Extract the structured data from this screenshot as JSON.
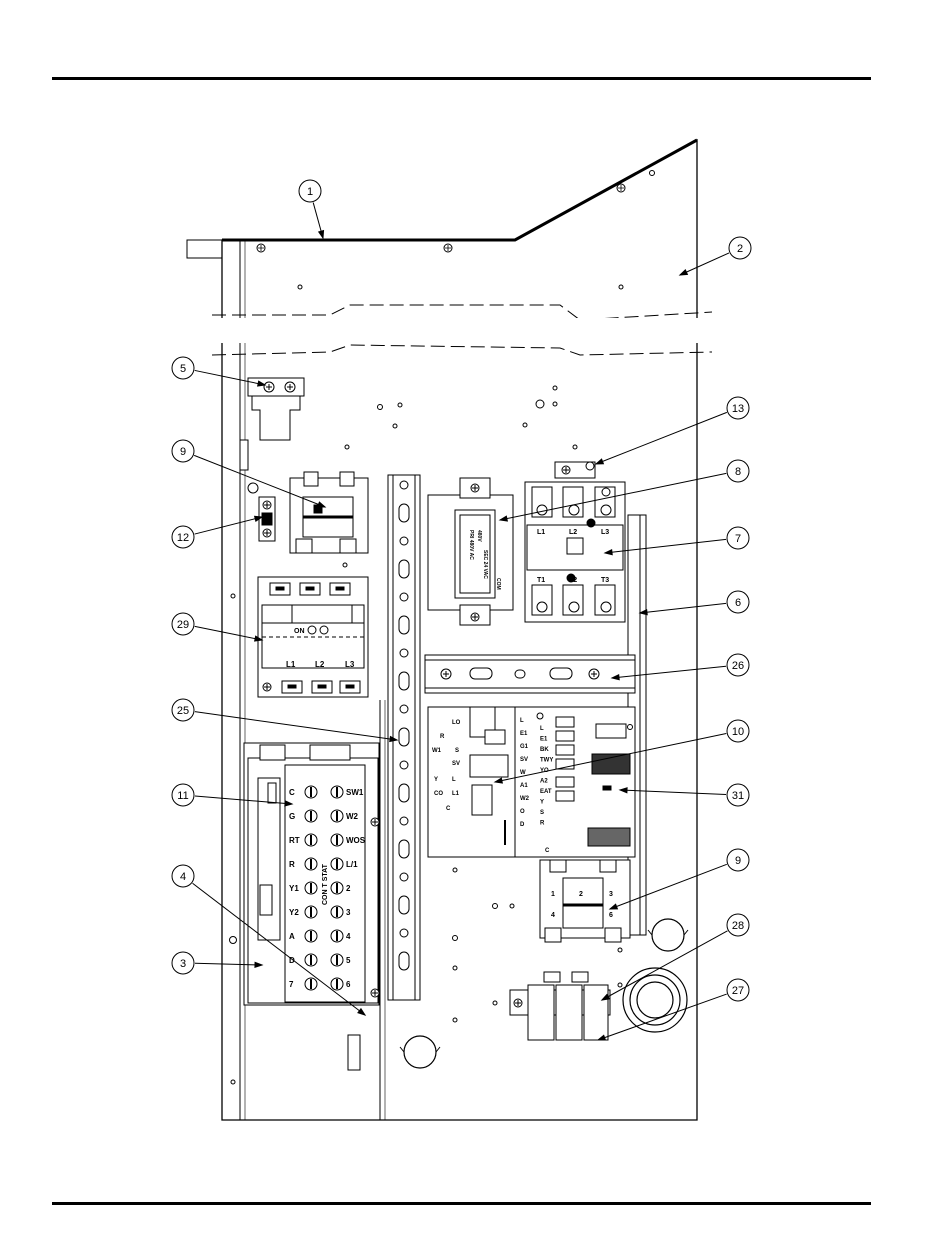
{
  "callouts": [
    {
      "id": "c1",
      "label": "1"
    },
    {
      "id": "c2",
      "label": "2"
    },
    {
      "id": "c5",
      "label": "5"
    },
    {
      "id": "c13",
      "label": "13"
    },
    {
      "id": "c9a",
      "label": "9"
    },
    {
      "id": "c8",
      "label": "8"
    },
    {
      "id": "c12",
      "label": "12"
    },
    {
      "id": "c7",
      "label": "7"
    },
    {
      "id": "c6",
      "label": "6"
    },
    {
      "id": "c29",
      "label": "29"
    },
    {
      "id": "c26",
      "label": "26"
    },
    {
      "id": "c25",
      "label": "25"
    },
    {
      "id": "c10",
      "label": "10"
    },
    {
      "id": "c11",
      "label": "11"
    },
    {
      "id": "c31",
      "label": "31"
    },
    {
      "id": "c4",
      "label": "4"
    },
    {
      "id": "c9b",
      "label": "9"
    },
    {
      "id": "c3",
      "label": "3"
    },
    {
      "id": "c28",
      "label": "28"
    },
    {
      "id": "c27",
      "label": "27"
    }
  ],
  "terminal_block": {
    "side_label": "CON T STAT",
    "left": [
      "C",
      "G",
      "RT",
      "R",
      "Y1",
      "Y2",
      "A",
      "D",
      "7"
    ],
    "right": [
      "SW1",
      "W2",
      "WOS",
      "L/1",
      "2",
      "3",
      "4",
      "5",
      "6"
    ]
  },
  "contactor": {
    "line": [
      "L1",
      "L2",
      "L3"
    ],
    "load": [
      "T1",
      "T2",
      "T3"
    ]
  },
  "breaker": {
    "on_label": "ON",
    "terminals": [
      "L1",
      "L2",
      "L3"
    ]
  },
  "transformer": {
    "lines": [
      "480V",
      "PRI 480V AC",
      "SEC 24 VAC",
      "COM"
    ]
  },
  "control_board": {
    "left_labels": [
      "LO",
      "R",
      "W1",
      "S",
      "SV",
      "Y",
      "L",
      "CO",
      "L1",
      "C"
    ],
    "mid_labels": [
      "L",
      "E1",
      "G1",
      "SV",
      "W",
      "A1",
      "W2",
      "O",
      "D"
    ],
    "right_labels": [
      "L",
      "E1",
      "BK",
      "TWY",
      "YO",
      "A2",
      "EAT",
      "Y",
      "S",
      "R"
    ],
    "bottom_label": "C"
  },
  "relay": {
    "top": [
      "1",
      "2",
      "3"
    ],
    "bottom": [
      "4",
      "",
      "6"
    ]
  }
}
